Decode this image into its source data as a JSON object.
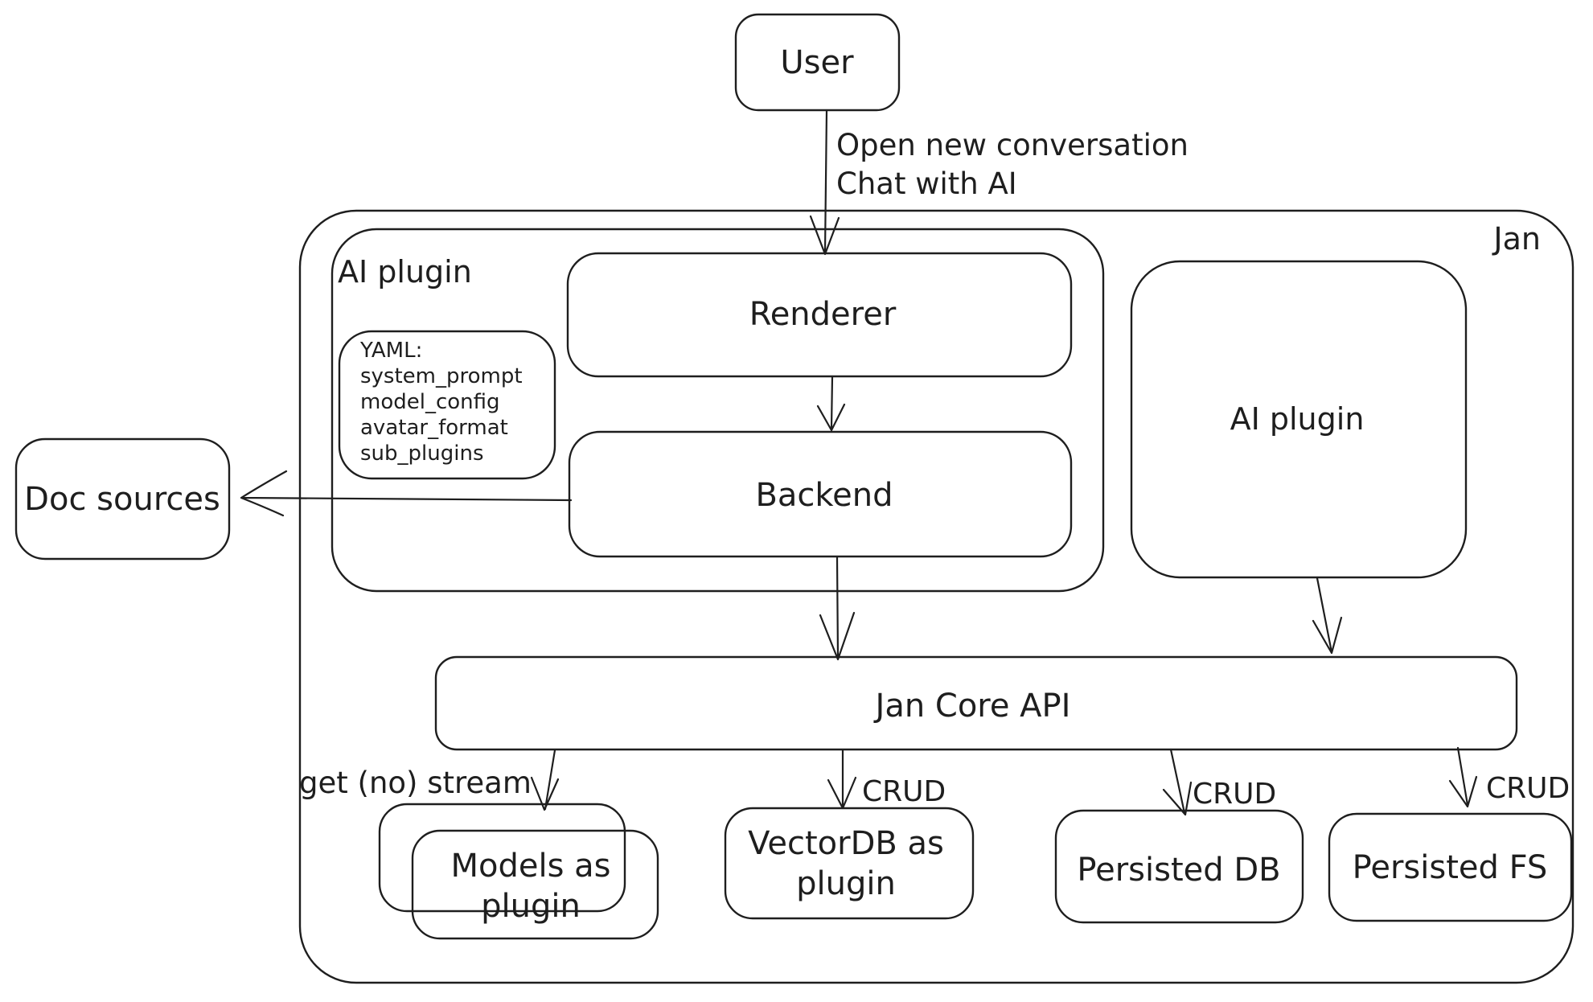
{
  "diagram": {
    "nodes": {
      "user": {
        "label": "User"
      },
      "jan_container": {
        "label": "Jan"
      },
      "ai_plugin_left": {
        "label": "AI plugin"
      },
      "renderer": {
        "label": "Renderer"
      },
      "backend": {
        "label": "Backend"
      },
      "yaml_note": {
        "lines": [
          "YAML:",
          "system_prompt",
          "model_config",
          "avatar_format",
          "sub_plugins"
        ]
      },
      "doc_sources": {
        "label": "Doc sources"
      },
      "ai_plugin_right": {
        "label": "AI plugin"
      },
      "jan_core_api": {
        "label": "Jan Core API"
      },
      "models_as_plugin": {
        "lines": [
          "Models as",
          "plugin"
        ]
      },
      "vectordb_as_plugin": {
        "lines": [
          "VectorDB as",
          "plugin"
        ]
      },
      "persisted_db": {
        "label": "Persisted DB"
      },
      "persisted_fs": {
        "label": "Persisted FS"
      }
    },
    "edges": {
      "user_to_renderer": {
        "lines": [
          "Open new conversation",
          "Chat with AI"
        ]
      },
      "api_to_models": {
        "label": "get (no) stream"
      },
      "api_to_vectordb": {
        "label": "CRUD"
      },
      "api_to_persisted_db": {
        "label": "CRUD"
      },
      "api_to_persisted_fs": {
        "label": "CRUD"
      }
    },
    "colors": {
      "stroke": "#1e1e1e",
      "background": "#ffffff"
    }
  }
}
